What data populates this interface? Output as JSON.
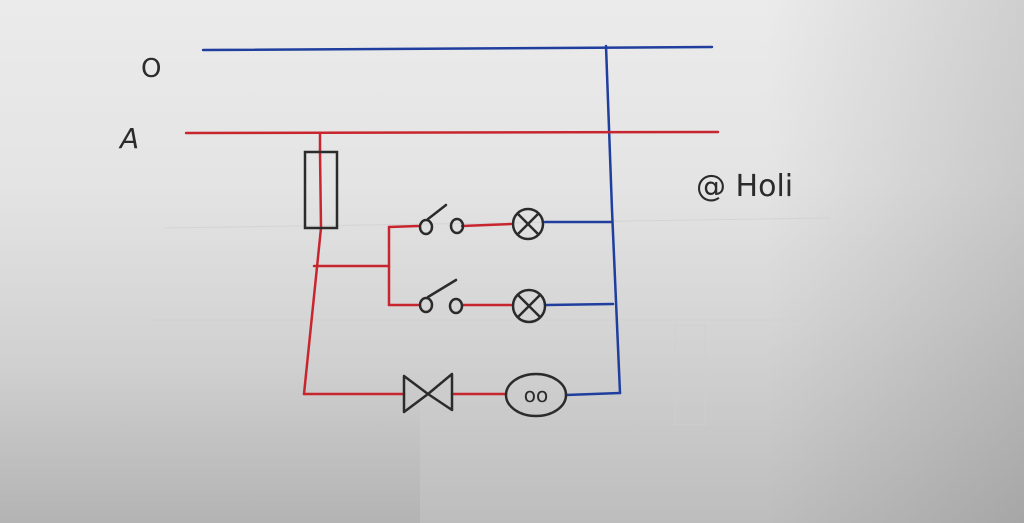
{
  "labels": {
    "line_o": "O",
    "line_a": "A",
    "signature": "@ Holi",
    "motor": "oo"
  },
  "colors": {
    "live": "#c8262f",
    "neutral": "#1f3e9e",
    "ink": "#2b2b2b"
  },
  "icons": {
    "fuse": "fuse-icon",
    "switch": "switch-icon",
    "lamp": "lamp-icon",
    "bowtie": "bowtie-icon",
    "motor": "motor-icon"
  }
}
